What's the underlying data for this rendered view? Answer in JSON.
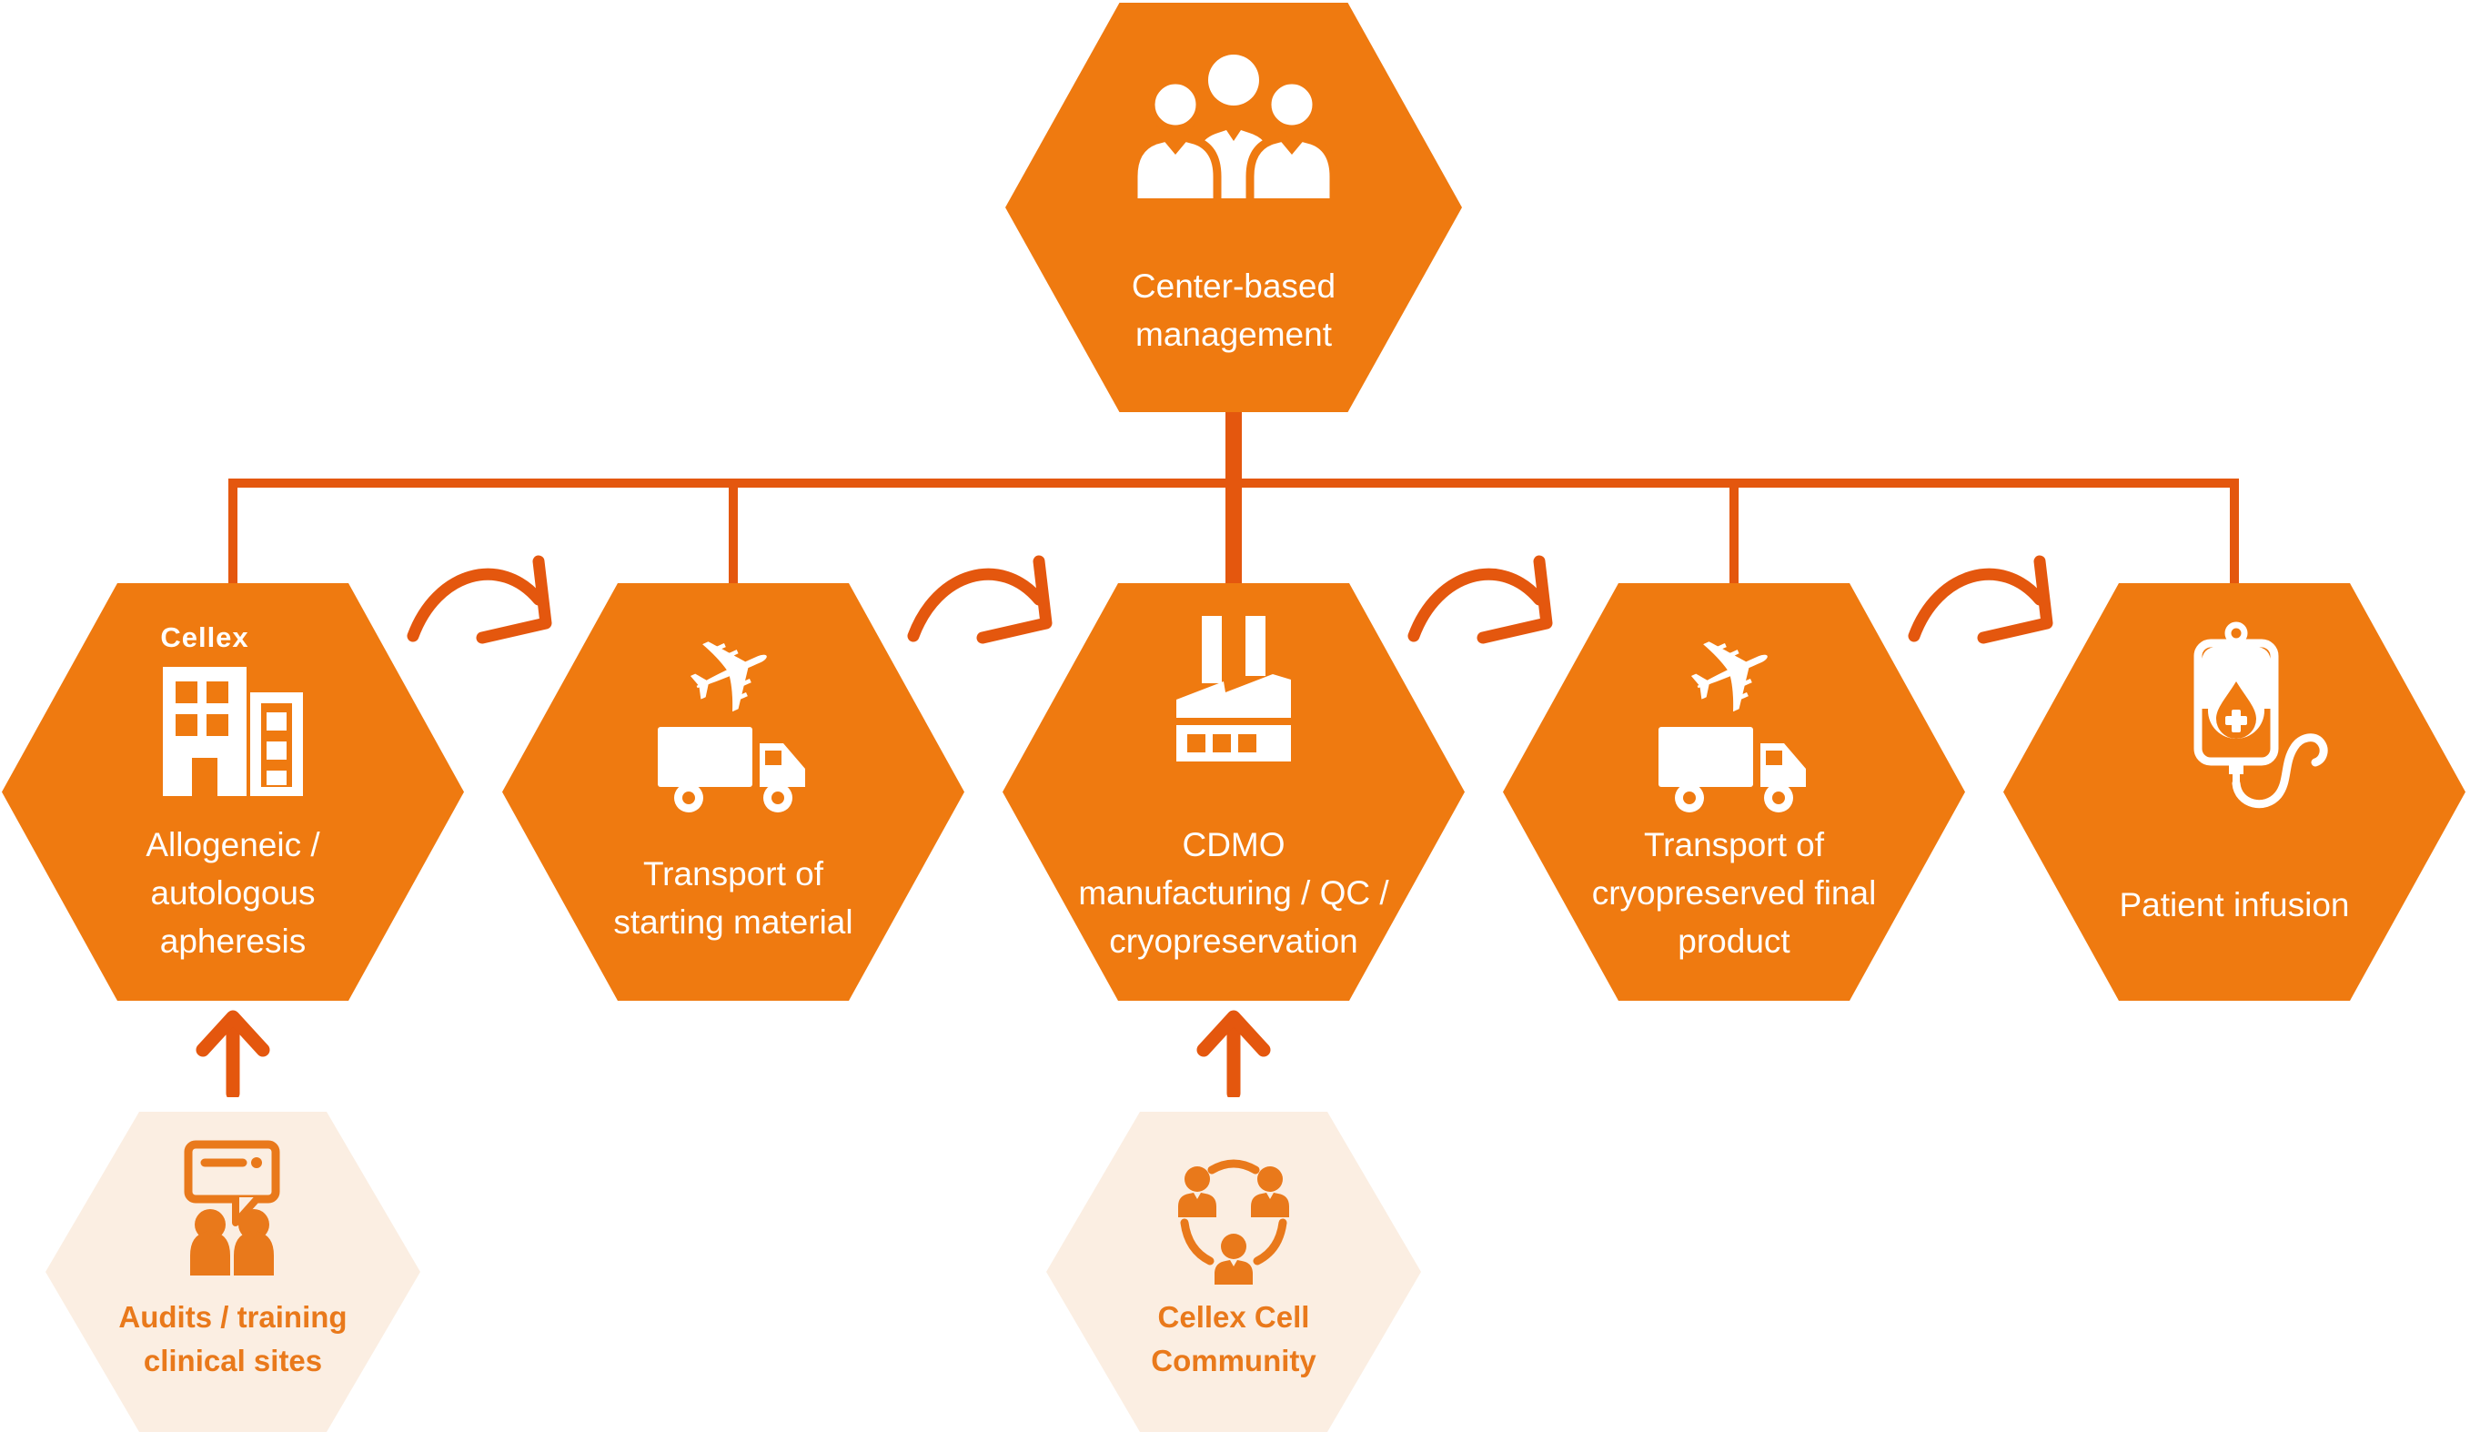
{
  "palette": {
    "hex": "#EF7A10",
    "line": "#E4570E",
    "light_bg": "#FBEEE2",
    "light_fg": "#E9791B",
    "white": "#FFFFFF"
  },
  "icons": {
    "plane_glyph": "✈"
  },
  "diagram": {
    "center": {
      "icon": "people-group",
      "label_lines": [
        "Center-based",
        "management"
      ]
    },
    "steps": [
      {
        "icon": "cellex-building",
        "brand": "Cellex",
        "label_lines": [
          "Allogeneic /",
          "autologous",
          "apheresis"
        ]
      },
      {
        "icon": "plane-truck",
        "label_lines": [
          "Transport of",
          "starting material"
        ]
      },
      {
        "icon": "factory",
        "label_lines": [
          "CDMO",
          "manufacturing / QC /",
          "cryopreservation"
        ]
      },
      {
        "icon": "plane-truck",
        "label_lines": [
          "Transport of",
          "cryopreserved final",
          "product"
        ]
      },
      {
        "icon": "iv-bag",
        "label_lines": [
          "Patient infusion"
        ]
      }
    ],
    "supports": [
      {
        "icon": "chat-people",
        "label_lines": [
          "Audits / training",
          "clinical sites"
        ]
      },
      {
        "icon": "people-circle",
        "label_lines": [
          "Cellex Cell",
          "Community"
        ]
      }
    ]
  }
}
